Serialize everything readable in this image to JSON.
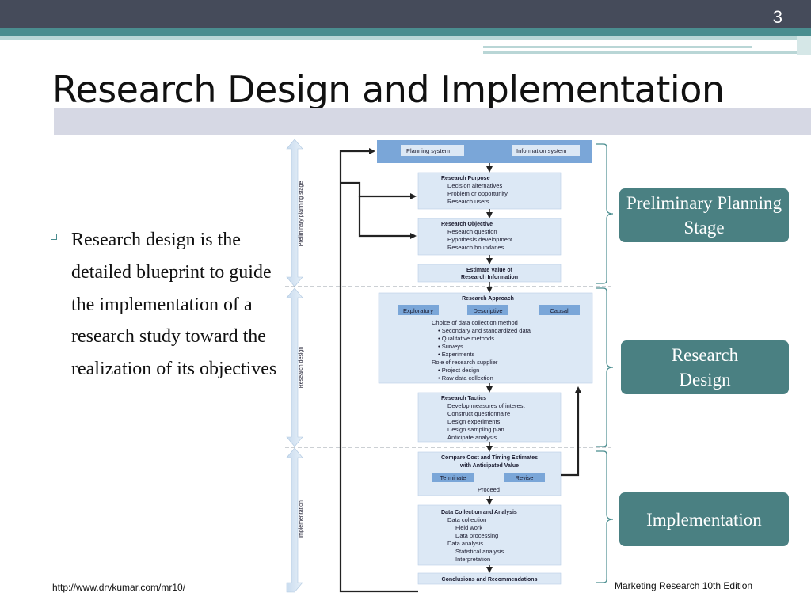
{
  "slide": {
    "number": "3",
    "title": "Research Design and Implementation",
    "bullet": "Research design is the detailed blueprint to guide the implementation of a research study toward the realization of its objectives",
    "footer_left": "http://www.drvkumar.com/mr10/",
    "footer_right": "Marketing Research 10th Edition"
  },
  "stage_boxes": {
    "preliminary": "Preliminary Planning Stage",
    "research_design": "Research Design",
    "implementation": "Implementation"
  },
  "diagram": {
    "side_labels": {
      "preliminary": "Preliminary planning stage",
      "research_design": "Research design",
      "implementation": "Implementation"
    },
    "top": {
      "planning": "Planning system",
      "information": "Information system"
    },
    "purpose": {
      "title": "Research Purpose",
      "items": [
        "Decision alternatives",
        "Problem or opportunity",
        "Research users"
      ]
    },
    "objective": {
      "title": "Research Objective",
      "items": [
        "Research question",
        "Hypothesis development",
        "Research boundaries"
      ]
    },
    "value": {
      "line1": "Estimate Value of",
      "line2": "Research Information"
    },
    "approach": {
      "title": "Research Approach",
      "options": [
        "Exploratory",
        "Descriptive",
        "Causal"
      ],
      "lines": [
        "Choice of data collection method",
        "• Secondary and standardized data",
        "• Qualitative methods",
        "• Surveys",
        "• Experiments",
        "Role of research supplier",
        "• Project design",
        "• Raw data collection"
      ]
    },
    "tactics": {
      "title": "Research Tactics",
      "items": [
        "Develop measures of interest",
        "Construct questionnaire",
        "Design experiments",
        "Design sampling plan",
        "Anticipate analysis"
      ]
    },
    "compare": {
      "line1": "Compare Cost and Timing Estimates",
      "line2": "with Anticipated Value",
      "terminate": "Terminate",
      "revise": "Revise",
      "proceed": "Proceed"
    },
    "collection": {
      "title": "Data Collection and Analysis",
      "lines": [
        "Data collection",
        "Field work",
        "Data processing",
        "Data analysis",
        "Statistical analysis",
        "Interpretation"
      ]
    },
    "conclusions": "Conclusions and Recommendations"
  },
  "colors": {
    "accent": "#4a8d8f",
    "stage_box": "#4a8082",
    "header": "#454b5a",
    "diagram_box": "#dce8f5",
    "diagram_header": "#7aa6d8"
  }
}
